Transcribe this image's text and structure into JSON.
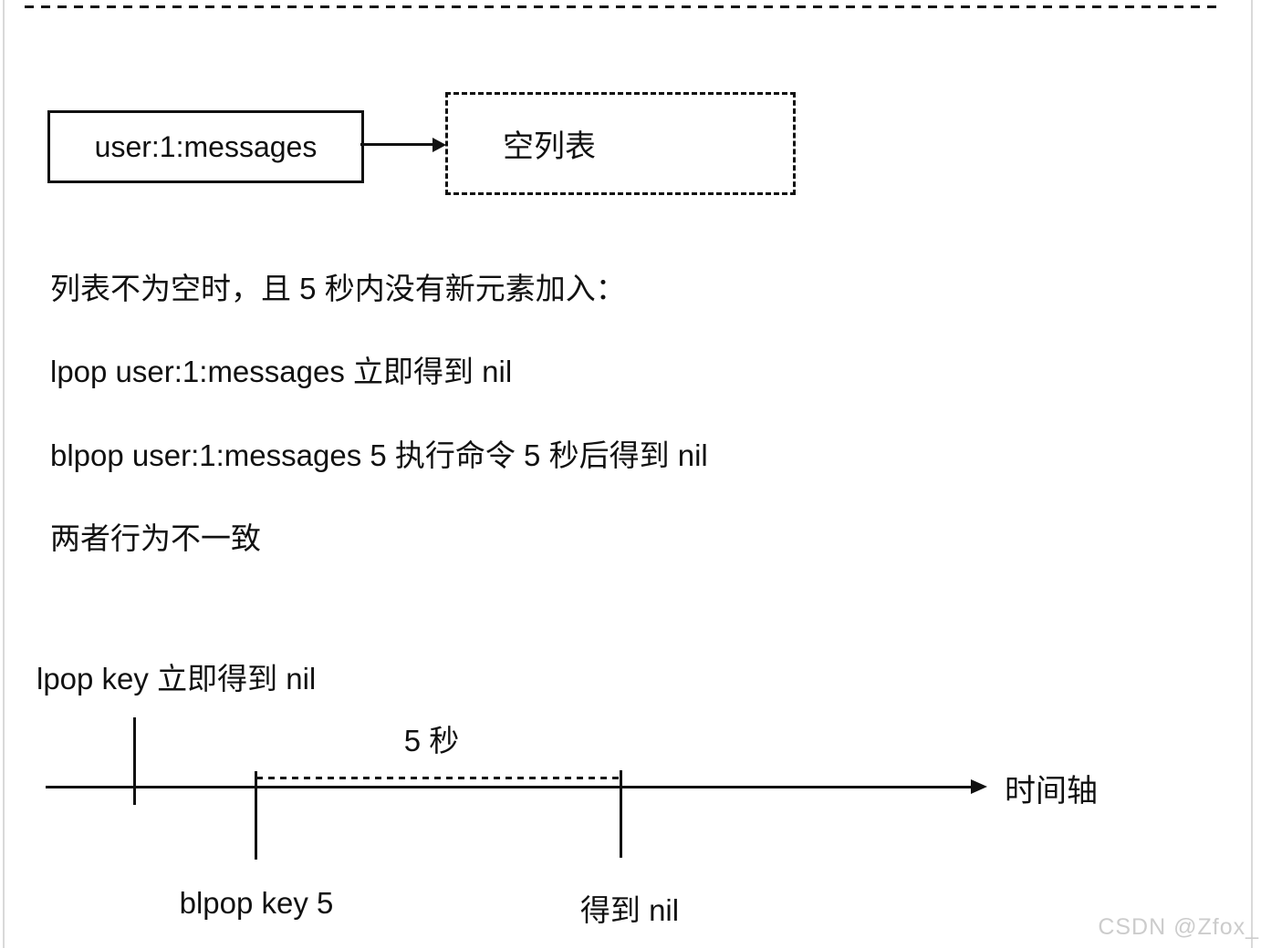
{
  "page": {
    "ink_color": "#111111",
    "edge_guide_color": "#d9d9d9",
    "watermark_color": "#cccccc",
    "background": "#ffffff"
  },
  "top_diagram": {
    "key_box_label": "user:1:messages",
    "empty_list_label": "空列表"
  },
  "notes": {
    "lines": [
      "列表不为空时，且 5 秒内没有新元素加入：",
      "lpop user:1:messages 立即得到 nil",
      "blpop user:1:messages 5 执行命令 5 秒后得到 nil",
      "两者行为不一致"
    ]
  },
  "timeline": {
    "lpop_label": "lpop key 立即得到 nil",
    "duration_label": "5 秒",
    "axis_label": "时间轴",
    "blpop_label": "blpop key 5",
    "result_label": "得到 nil"
  },
  "watermark": {
    "text": "CSDN @Zfox_"
  }
}
